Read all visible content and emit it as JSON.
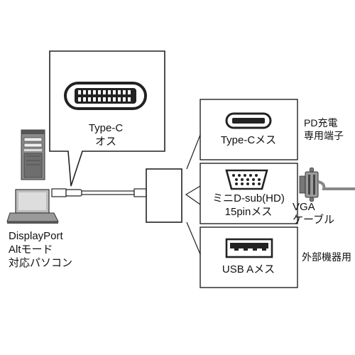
{
  "callout": {
    "line1": "Type-C",
    "line2": "オス"
  },
  "pc": {
    "line1": "DisplayPort",
    "line2": "Altモード",
    "line3": "対応パソコン"
  },
  "ports": [
    {
      "label_line1": "Type-Cメス",
      "label_line2": ""
    },
    {
      "label_line1": "ミニD-sub(HD)",
      "label_line2": "15pinメス"
    },
    {
      "label_line1": "USB Aメス",
      "label_line2": ""
    }
  ],
  "devices": [
    {
      "line1": "PD充電",
      "line2": "専用端子"
    },
    {
      "line1": "VGA",
      "line2": "ケーブル"
    },
    {
      "line1": "外部機器用",
      "line2": ""
    }
  ]
}
